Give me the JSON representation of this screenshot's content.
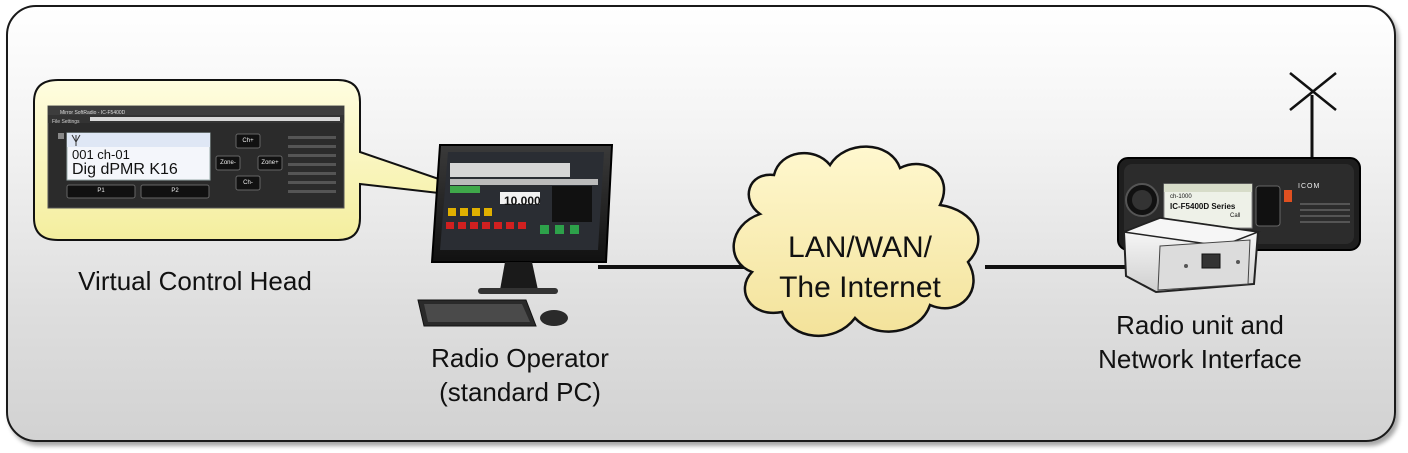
{
  "labels": {
    "virtual_control_head": "Virtual Control Head",
    "radio_operator": "Radio Operator\n(standard PC)",
    "network": "LAN/WAN/\nThe Internet",
    "radio_unit": "Radio unit and\nNetwork Interface"
  },
  "virtual_head_window": {
    "title": "Mirror SoftRadio - IC-F5400D",
    "menu": "File   Settings",
    "channel_line": "001 ch-01",
    "channel_name": "Dig dPMR K16",
    "buttons": {
      "ch_up": "Ch+",
      "ch_down": "Ch-",
      "zone_down": "Zone-",
      "zone_up": "Zone+",
      "p1": "P1",
      "p2": "P2"
    }
  },
  "pc_screen": {
    "readout": "10.000"
  },
  "radio_display": {
    "channel": "ch-1000",
    "model": "IC-F5400D Series",
    "status": "Call",
    "brand": "ICOM"
  },
  "colors": {
    "callout_fill": "#fbf7b8",
    "cloud_fill": "#fbf1c0",
    "link_line": "#111111"
  }
}
